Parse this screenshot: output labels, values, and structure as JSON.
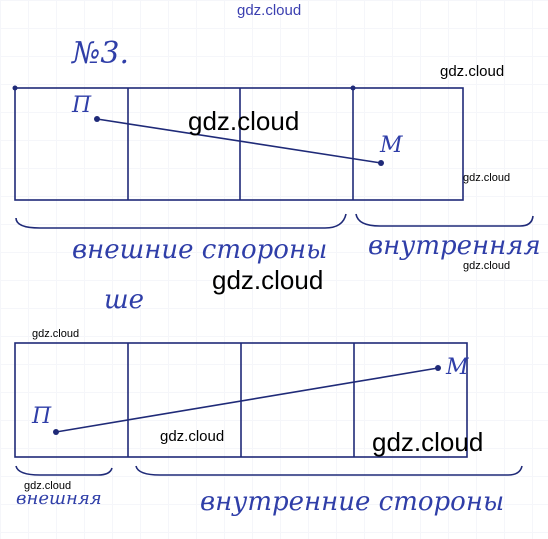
{
  "problem_number": "№3.",
  "diagram_top": {
    "point_left": "П",
    "point_right": "М",
    "label_outer": "внешние стороны",
    "label_outer_cont": "ше",
    "label_inner": "внутренняя"
  },
  "diagram_bottom": {
    "point_left": "П",
    "point_right": "М",
    "label_outer": "внешняя",
    "label_inner": "внутренние стороны"
  },
  "watermark": "gdz.cloud",
  "colors": {
    "ink": "#2f3ea8",
    "line": "#1f2a78",
    "watermark_blue": "#3b3fb0"
  }
}
